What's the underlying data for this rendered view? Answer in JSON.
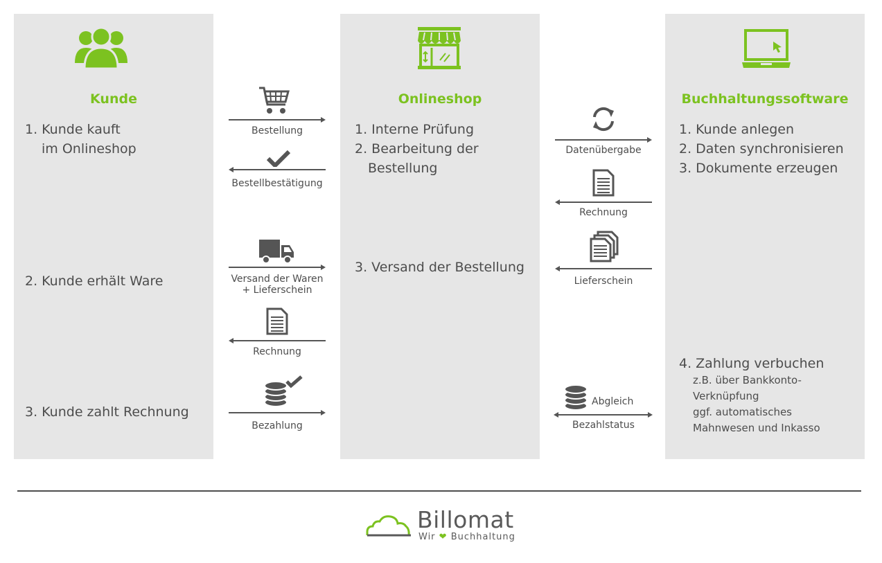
{
  "columns": {
    "kunde": {
      "title": "Kunde",
      "icon": "users-icon",
      "steps": [
        "1. Kunde kauft",
        "im Onlineshop",
        "2. Kunde erhält Ware",
        "3. Kunde zahlt Rechnung"
      ]
    },
    "onlineshop": {
      "title": "Onlineshop",
      "icon": "store-icon",
      "steps": [
        "1. Interne Prüfung",
        "2. Bearbeitung der",
        "Bestellung",
        "3. Versand der Bestellung"
      ]
    },
    "buchhaltung": {
      "title": "Buchhaltungssoftware",
      "icon": "laptop-icon",
      "steps": [
        "1. Kunde anlegen",
        "2. Daten synchronisieren",
        "3. Dokumente erzeugen",
        "4. Zahlung verbuchen"
      ],
      "notes": [
        "z.B. über Bankkonto-",
        "Verknüpfung",
        "ggf. automatisches",
        "Mahnwesen und Inkasso"
      ]
    }
  },
  "flows_left": [
    {
      "label": "Bestellung",
      "icon": "cart-icon",
      "direction": "right"
    },
    {
      "label": "Bestellbestätigung",
      "icon": "checkmark-icon",
      "direction": "left"
    },
    {
      "label": "Versand der Waren",
      "label2": "+ Lieferschein",
      "icon": "truck-icon",
      "direction": "right"
    },
    {
      "label": "Rechnung",
      "icon": "document-icon",
      "direction": "left"
    },
    {
      "label": "Bezahlung",
      "icon": "coins-check-icon",
      "direction": "right"
    }
  ],
  "flows_right": [
    {
      "label": "Datenübergabe",
      "icon": "sync-icon",
      "direction": "right"
    },
    {
      "label": "Rechnung",
      "icon": "document-icon",
      "direction": "left"
    },
    {
      "label": "Lieferschein",
      "icon": "documents-stack-icon",
      "direction": "left"
    },
    {
      "label": "Bezahlstatus",
      "extra": "Abgleich",
      "icon": "coins-icon",
      "direction": "both"
    }
  ],
  "brand": {
    "name": "Billomat",
    "tag_pre": "Wir",
    "tag_heart": "❤",
    "tag_post": "Buchhaltung"
  },
  "colors": {
    "accent": "#7cc220",
    "panel": "#e6e6e6",
    "text": "#4d4d4d",
    "icon": "#555555"
  }
}
